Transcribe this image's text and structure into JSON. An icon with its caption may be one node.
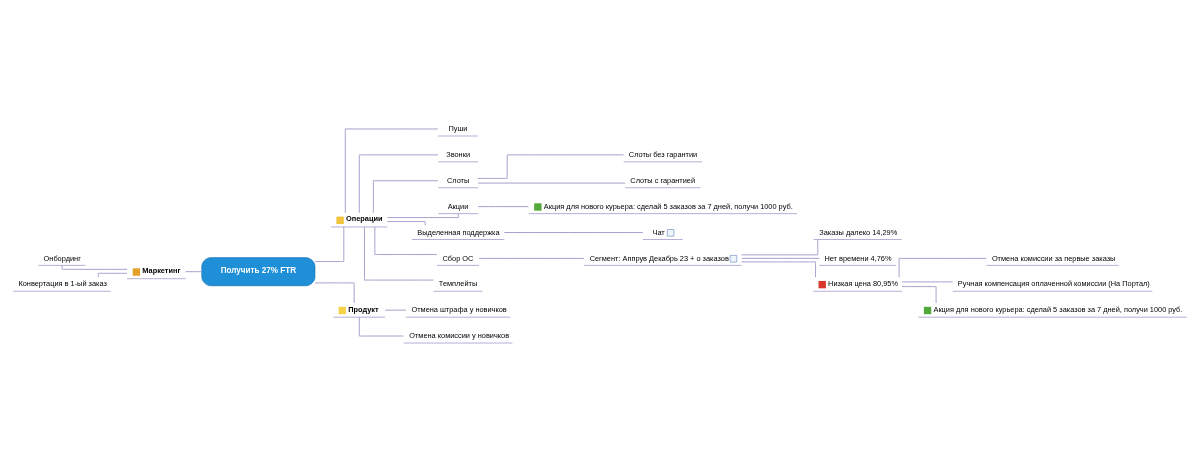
{
  "diagram": {
    "nodes": [
      {
        "text": [
          "Получить 27% FTR"
        ]
      },
      {
        "text": [
          "Маркетинг"
        ]
      },
      {
        "text": [
          "Онбординг"
        ]
      },
      {
        "text": [
          "Конвертация в 1-ый заказ"
        ]
      },
      {
        "text": [
          "Операции"
        ]
      },
      {
        "text": [
          "Пуши"
        ]
      },
      {
        "text": [
          "Звонки"
        ]
      },
      {
        "text": [
          "Слоты"
        ]
      },
      {
        "text": [
          "Слоты без гарантии"
        ]
      },
      {
        "text": [
          "Слоты с гарантией"
        ]
      },
      {
        "text": [
          "Акции"
        ]
      },
      {
        "text": [
          "Акция для нового курьера: сделай 5 заказов за 7 дней, получи 1000 руб."
        ]
      },
      {
        "text": [
          "Выделенная поддержка"
        ]
      },
      {
        "text": [
          "Чат"
        ]
      },
      {
        "text": [
          "Сбор ОС"
        ]
      },
      {
        "text": [
          "Сегмент: Аппрув Декабрь 23 + о заказов"
        ]
      },
      {
        "text": [
          "Заказы далеко 14,29%"
        ]
      },
      {
        "text": [
          "Нет времени 4,76%"
        ]
      },
      {
        "text": [
          "Низкая цена 80,95%"
        ]
      },
      {
        "text": [
          "Отмена комиссии за первые заказы"
        ]
      },
      {
        "text": [
          "Ручная компенсация оплаченной комиссии (На Портал)"
        ]
      },
      {
        "text": [
          "Акция для нового курьера: сделай 5 заказов за 7 дней, получи 1000 руб."
        ]
      },
      {
        "text": [
          "Темплейты"
        ]
      },
      {
        "text": [
          "Продукт"
        ]
      },
      {
        "text": [
          "Отмена штрафа у новичков"
        ]
      },
      {
        "text": [
          "Отмена комиссии у новичков"
        ]
      }
    ],
    "edges": [
      {
        "from": 0,
        "to": 1,
        "arrow": "none"
      },
      {
        "from": 1,
        "to": 2,
        "arrow": "none"
      },
      {
        "from": 1,
        "to": 3,
        "arrow": "none"
      },
      {
        "from": 0,
        "to": 4,
        "arrow": "none"
      },
      {
        "from": 4,
        "to": 5,
        "arrow": "none"
      },
      {
        "from": 4,
        "to": 6,
        "arrow": "none"
      },
      {
        "from": 4,
        "to": 7,
        "arrow": "none"
      },
      {
        "from": 7,
        "to": 8,
        "arrow": "none"
      },
      {
        "from": 7,
        "to": 9,
        "arrow": "none"
      },
      {
        "from": 4,
        "to": 10,
        "arrow": "none"
      },
      {
        "from": 10,
        "to": 11,
        "arrow": "none"
      },
      {
        "from": 4,
        "to": 12,
        "arrow": "none"
      },
      {
        "from": 12,
        "to": 13,
        "arrow": "none"
      },
      {
        "from": 4,
        "to": 14,
        "arrow": "none"
      },
      {
        "from": 14,
        "to": 15,
        "arrow": "none"
      },
      {
        "from": 15,
        "to": 16,
        "arrow": "none"
      },
      {
        "from": 15,
        "to": 17,
        "arrow": "none"
      },
      {
        "from": 15,
        "to": 18,
        "arrow": "none"
      },
      {
        "from": 18,
        "to": 19,
        "arrow": "none"
      },
      {
        "from": 18,
        "to": 20,
        "arrow": "none"
      },
      {
        "from": 18,
        "to": 21,
        "arrow": "none"
      },
      {
        "from": 4,
        "to": 22,
        "arrow": "none"
      },
      {
        "from": 0,
        "to": 23,
        "arrow": "none"
      },
      {
        "from": 23,
        "to": 24,
        "arrow": "none"
      },
      {
        "from": 23,
        "to": 25,
        "arrow": "none"
      }
    ]
  }
}
